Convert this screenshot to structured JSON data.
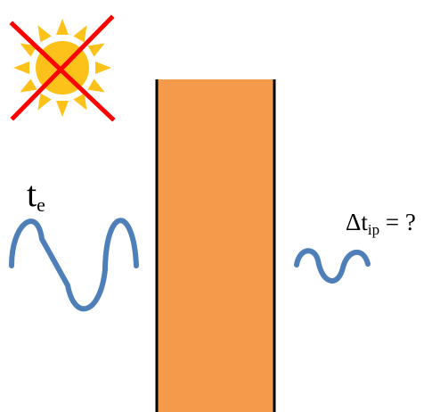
{
  "colors": {
    "wall": "#f5994a",
    "wall_border": "#000000",
    "wave": "#4f7fb8",
    "sun": "#fcc219",
    "cross": "#ff0000",
    "background": "#ffffff"
  },
  "labels": {
    "outside_temp_main": "t",
    "outside_temp_sub": "e",
    "inside_delta_prefix": "Δt",
    "inside_delta_sub": "ip",
    "inside_delta_suffix": " = ?"
  },
  "icons": {
    "sun": "sun-icon",
    "cross": "cross-icon"
  }
}
